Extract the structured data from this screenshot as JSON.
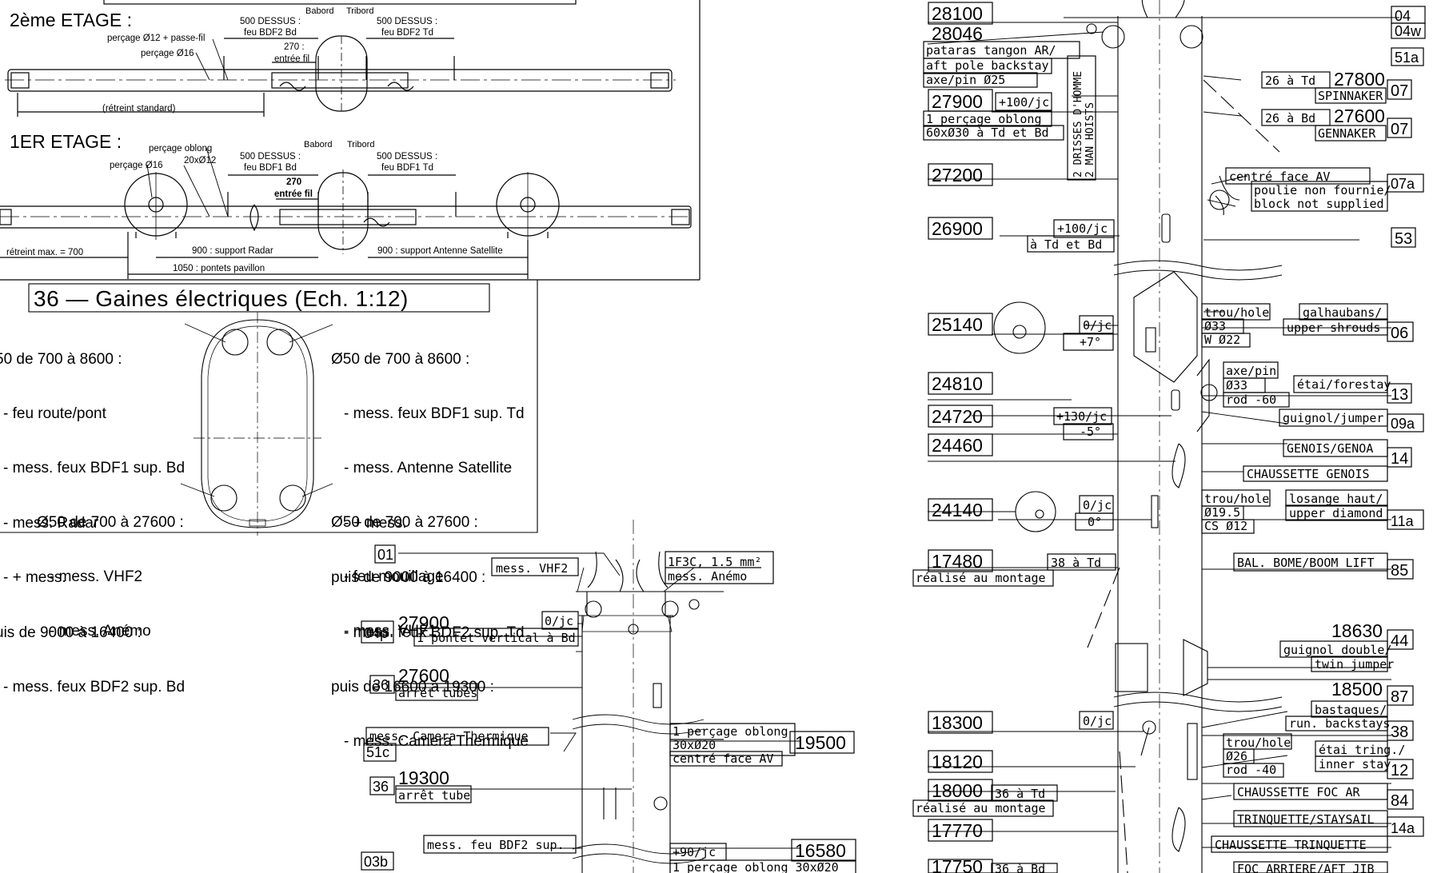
{
  "floor2": {
    "title": "2ème ETAGE :",
    "bd": "Babord",
    "td": "Tribord",
    "hole_a": "perçage Ø12 + passe-fil",
    "hole_b": "perçage Ø16",
    "top_left": [
      "500 DESSUS :",
      "feu BDF2 Bd"
    ],
    "top_right": [
      "500 DESSUS :",
      "feu BDF2 Td"
    ],
    "wire": [
      "270 :",
      "entrée fil"
    ],
    "bottom": "(rétreint standard)"
  },
  "floor1": {
    "title": "1ER ETAGE :",
    "bd": "Babord",
    "td": "Tribord",
    "hole_a": [
      "perçage oblong",
      "20xØ12"
    ],
    "hole_b": "perçage Ø16",
    "top_left": [
      "500 DESSUS :",
      "feu BDF1 Bd"
    ],
    "top_right": [
      "500 DESSUS :",
      "feu BDF1 Td"
    ],
    "wire": [
      "270",
      "entrée fil"
    ],
    "dim_left": "rétreint max. = 700",
    "dim_radar": "900 : support Radar",
    "dim_sat": "900 : support Antenne Satellite",
    "dim_pontets": "1050 : pontets pavillon"
  },
  "conduits": {
    "title": "36 — Gaines électriques (Ech. 1:12)",
    "tl": [
      "50 de 700 à 8600 :",
      "- feu route/pont",
      "- mess. feux BDF1 sup. Bd",
      "- mess. Radar",
      "- + mess.",
      "uis de 9000 à 16400 :",
      "- mess. feux BDF2 sup. Bd"
    ],
    "tr": [
      "Ø50 de 700 à 8600 :",
      "- mess. feux BDF1 sup. Td",
      "- mess. Antenne Satellite",
      "- + mess.",
      "puis de 9000 à 16400 :",
      "- mess. feux BDF2 sup. Td",
      "puis de 16600 à 19300 :",
      "- mess. Camera Thermique"
    ],
    "bl": [
      "Ø50 de 700 à 27600 :",
      "- mess. VHF2",
      "- mess. Anémo"
    ],
    "br": [
      "Ø50 de 700 à 27600 :",
      "- feu mouillage",
      "- mess. VHF1"
    ]
  },
  "mast_top": {
    "tag_01": "01",
    "vhf2": "mess. VHF2",
    "cable": "1F3C, 1.5 mm²",
    "anemo": "mess. Anémo",
    "tag_04p": "04p",
    "h27900": "27900",
    "jc0": "0/jc",
    "pontet": "1 pontet vertical à Bd",
    "tag_36a": "36",
    "h27600": "27600",
    "arret_tubes": "arrêt tubes",
    "camera": "mess. Camera Thermique",
    "tag_51c": "51c",
    "oblong": "1 perçage oblong",
    "size": "30xØ20",
    "centre": "centré face AV",
    "h19500": "19500",
    "tag_36b": "36",
    "h19300": "19300",
    "arret_tube": "arrêt tube",
    "bdf2": "mess. feu BDF2 sup.",
    "tag_03b": "03b",
    "jc90": "+90/jc",
    "h16580": "16580",
    "oblong2": "1 perçage oblong 30xØ20"
  },
  "mast": {
    "left_heights": [
      "28100",
      "28046",
      "27900",
      "27200",
      "26900",
      "25140",
      "24810",
      "24720",
      "24460",
      "24140",
      "17480",
      "18300",
      "18120",
      "18000",
      "17770",
      "17750"
    ],
    "pataras": "pataras tangon AR/",
    "aft_pole": "aft pole backstay",
    "axe25": "axe/pin Ø25",
    "jc100": "+100/jc",
    "oblong": "1 perçage oblong",
    "size": "60xØ30 à Td et Bd",
    "drisses": "2 DRISSES D'HOMME",
    "hoists": "2 MAN HOISTS",
    "jc100b": "+100/jc",
    "td_bd": "à Td et Bd",
    "jc0a": "0/jc",
    "ang7": "+7°",
    "jc130": "+130/jc",
    "ang5": "-5°",
    "jc0b": "0/jc",
    "ang0": "0°",
    "td38": "38 à Td",
    "montage": "réalisé au montage",
    "jc0c": "0/jc",
    "td36": "36 à Td",
    "montage2": "réalisé au montage",
    "bd36": "36 à Bd",
    "r26td": "26 à Td",
    "h27800": "27800",
    "spinnaker": "SPINNAKER",
    "r26bd": "26 à Bd",
    "h27600": "27600",
    "gennaker": "GENNAKER",
    "centre": "centré face AV",
    "poulie": "poulie non fournie/",
    "block": "block not supplied",
    "trou": "trou/hole",
    "d33": "Ø33",
    "w22": "W Ø22",
    "galhaubans": "galhaubans/",
    "upper_shrouds": "upper shrouds",
    "axepin": "axe/pin",
    "d33b": "Ø33",
    "rod60": "rod -60",
    "etai": "étai/forestay",
    "guignol": "guignol/jumper",
    "genois": "GENOIS/GENOA",
    "chaussette_genois": "CHAUSSETTE GENOIS",
    "trou2": "trou/hole",
    "d195": "Ø19.5",
    "cs12": "CS Ø12",
    "losange": "losange haut/",
    "upper_diamond": "upper diamond",
    "bal": "BAL. BOME/BOOM LIFT",
    "h18630": "18630",
    "guignol_double": "guignol double/",
    "twin": "twin jumper",
    "h18500": "18500",
    "bastaques": "bastaques/",
    "run_backstays": "run. backstays",
    "trou3": "trou/hole",
    "d26": "Ø26",
    "rod40": "rod -40",
    "etai_tring": "étai tring./",
    "inner_stay": "inner stay",
    "chaussette_foc": "CHAUSSETTE FOC AR",
    "trinquette": "TRINQUETTE/STAYSAIL",
    "chaussette_trinq": "CHAUSSETTE TRINQUETTE",
    "foc": "FOC ARRIERE/AFT JIB",
    "tags": [
      "04",
      "04w",
      "51a",
      "07",
      "07",
      "07a",
      "53",
      "06",
      "13",
      "09a",
      "14",
      "11a",
      "85",
      "44",
      "87",
      "38",
      "12",
      "84",
      "14a"
    ]
  }
}
